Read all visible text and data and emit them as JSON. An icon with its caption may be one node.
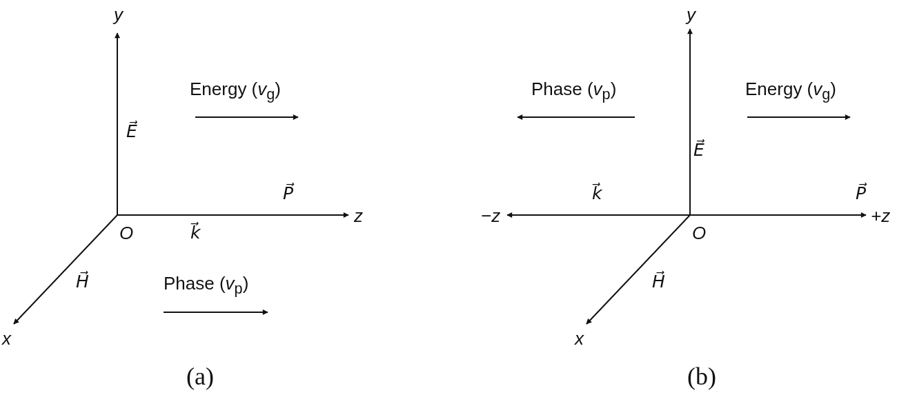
{
  "diagram": {
    "labels": [
      "y",
      "Energy (*v*$_{g}$)",
      "E⃗",
      "P⃗",
      "z",
      "O",
      "k⃗",
      "H⃗",
      "Phase (*v*$_{p}$)",
      "x",
      "(a)",
      "y",
      "Phase (*v*$_{p}$)",
      "Energy (*v*$_{g}$)",
      "E⃗",
      "k⃗",
      "P⃗",
      "−z",
      "+z",
      "O",
      "H⃗",
      "x",
      "(b)"
    ]
  }
}
